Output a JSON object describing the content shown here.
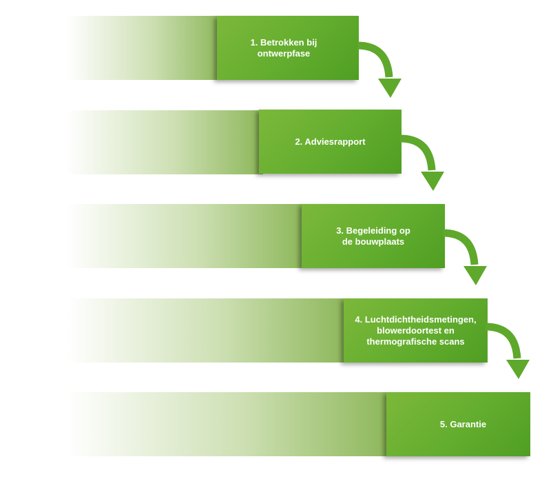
{
  "steps": [
    {
      "label": "1. Betrokken bij\nontwerpfase"
    },
    {
      "label": "2. Adviesrapport"
    },
    {
      "label": "3. Begeleiding op\nde bouwplaats"
    },
    {
      "label": "4. Luchtdichtheidsmetingen,\nblowerdoortest en\nthermografische scans"
    },
    {
      "label": "5. Garantie"
    }
  ],
  "colors": {
    "box_green": "#63ad2e",
    "arrow_green": "#5ea82b",
    "fade_green": "#8fb854"
  },
  "icons": {
    "connector": "curved-down-arrow-icon"
  }
}
